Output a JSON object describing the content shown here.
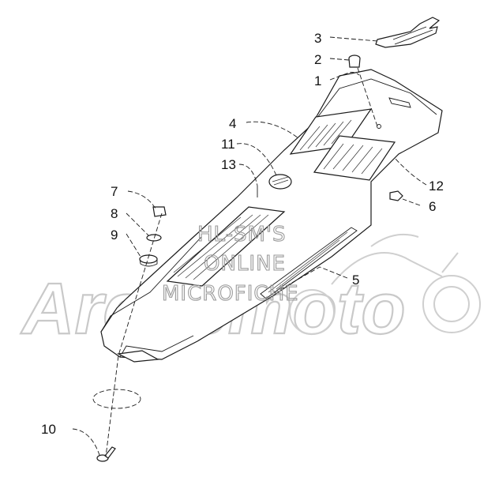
{
  "watermark": {
    "line1": "HL-SM'S",
    "line2": "ONLINE",
    "line3": "MICROFICHE",
    "logo": "Arcticmoto"
  },
  "callouts": [
    {
      "id": "c1",
      "label": "1"
    },
    {
      "id": "c2",
      "label": "2"
    },
    {
      "id": "c3",
      "label": "3"
    },
    {
      "id": "c4",
      "label": "4"
    },
    {
      "id": "c5",
      "label": "5"
    },
    {
      "id": "c6",
      "label": "6"
    },
    {
      "id": "c7",
      "label": "7"
    },
    {
      "id": "c8",
      "label": "8"
    },
    {
      "id": "c9",
      "label": "9"
    },
    {
      "id": "c10",
      "label": "10"
    },
    {
      "id": "c11",
      "label": "11"
    },
    {
      "id": "c12",
      "label": "12"
    },
    {
      "id": "c13",
      "label": "13"
    }
  ],
  "colors": {
    "line": "#1a1a1a",
    "watermark": "#c9c9c9",
    "background": "#ffffff"
  }
}
